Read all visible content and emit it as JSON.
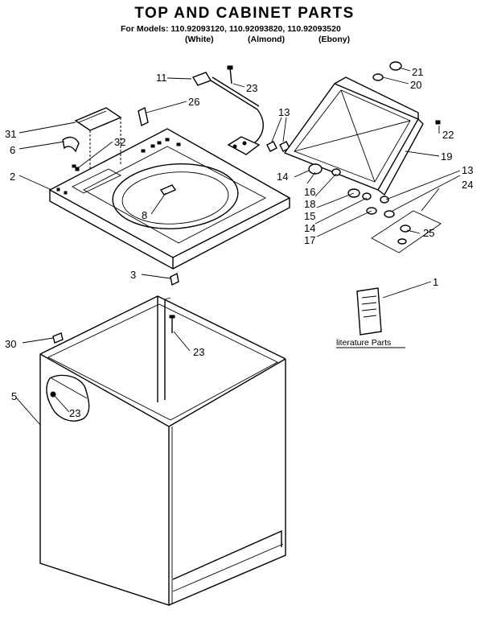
{
  "header": {
    "title": "TOP AND CABINET PARTS",
    "models_line": "For Models: 110.92093120, 110.92093820, 110.92093520",
    "variants": [
      "(White)",
      "(Almond)",
      "(Ebony)"
    ]
  },
  "literature_caption": "literature Parts",
  "callouts": [
    {
      "id": "c11",
      "text": "11"
    },
    {
      "id": "c23a",
      "text": "23"
    },
    {
      "id": "c26",
      "text": "26"
    },
    {
      "id": "c13a",
      "text": "13"
    },
    {
      "id": "c31",
      "text": "31"
    },
    {
      "id": "c6",
      "text": "6"
    },
    {
      "id": "c32",
      "text": "32"
    },
    {
      "id": "c2",
      "text": "2"
    },
    {
      "id": "c8",
      "text": "8"
    },
    {
      "id": "c21",
      "text": "21"
    },
    {
      "id": "c20",
      "text": "20"
    },
    {
      "id": "c22",
      "text": "22"
    },
    {
      "id": "c19",
      "text": "19"
    },
    {
      "id": "c13b",
      "text": "13"
    },
    {
      "id": "c24",
      "text": "24"
    },
    {
      "id": "c14a",
      "text": "14"
    },
    {
      "id": "c16",
      "text": "16"
    },
    {
      "id": "c18",
      "text": "18"
    },
    {
      "id": "c15",
      "text": "15"
    },
    {
      "id": "c14b",
      "text": "14"
    },
    {
      "id": "c17",
      "text": "17"
    },
    {
      "id": "c25",
      "text": "25"
    },
    {
      "id": "c1",
      "text": "1"
    },
    {
      "id": "c3",
      "text": "3"
    },
    {
      "id": "c23b",
      "text": "23"
    },
    {
      "id": "c30",
      "text": "30"
    },
    {
      "id": "c5",
      "text": "5"
    },
    {
      "id": "c23c",
      "text": "23"
    }
  ]
}
